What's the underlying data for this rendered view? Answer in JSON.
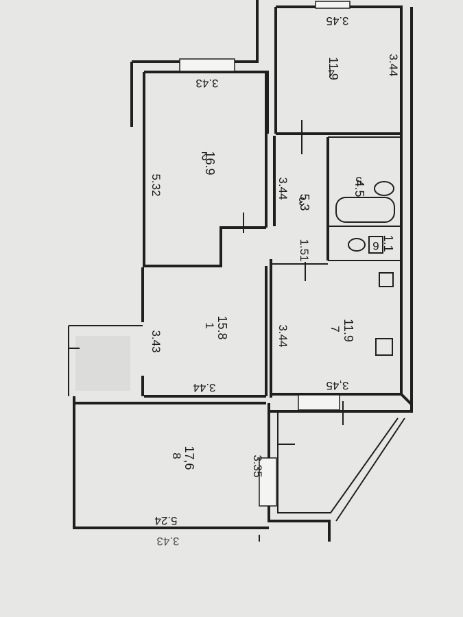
{
  "rooms": [
    {
      "number": "2",
      "area": "16.9"
    },
    {
      "number": "4",
      "area": "11.9"
    },
    {
      "number": "5",
      "area": "4.5"
    },
    {
      "number": "3",
      "area": "5.3"
    },
    {
      "number": "6",
      "area": "1.1"
    },
    {
      "number": "1",
      "area": "15.8"
    },
    {
      "number": "7",
      "area": "11.9"
    },
    {
      "number": "8",
      "area": "17,6"
    }
  ],
  "dimensions": {
    "room4_top": "3.45",
    "room4_right": "3.44",
    "room2_top": "3.43",
    "room2_left": "5.32",
    "room3_width": "3.44",
    "corridor": "1.51",
    "room1_left": "3.43",
    "room1_bottom": "3.44",
    "room7_left": "3.44",
    "room7_bottom": "3,45",
    "room8_right": "3.35",
    "room8_bottom": "5.24",
    "room8_bottom_cut": "3.43"
  }
}
